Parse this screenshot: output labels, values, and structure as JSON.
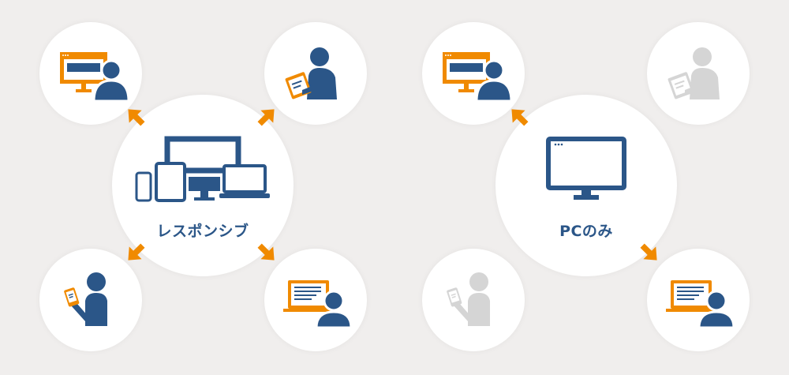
{
  "colors": {
    "background": "#f0eeed",
    "navy": "#2b5688",
    "orange": "#f08a00",
    "gray": "#d5d5d5",
    "circle": "#ffffff"
  },
  "left_diagram": {
    "hub_label": "レスポンシブ",
    "hub_icon": "multi-device-icon",
    "satellites": [
      {
        "position": "top-left",
        "icon": "pc-user-icon",
        "active": true
      },
      {
        "position": "top-right",
        "icon": "tablet-user-icon",
        "active": true
      },
      {
        "position": "bottom-left",
        "icon": "phone-user-icon",
        "active": true
      },
      {
        "position": "bottom-right",
        "icon": "laptop-user-icon",
        "active": true
      }
    ]
  },
  "right_diagram": {
    "hub_label": "PCのみ",
    "hub_icon": "desktop-monitor-icon",
    "satellites": [
      {
        "position": "top-left",
        "icon": "pc-user-icon",
        "active": true
      },
      {
        "position": "top-right",
        "icon": "tablet-user-icon",
        "active": false
      },
      {
        "position": "bottom-left",
        "icon": "phone-user-icon",
        "active": false
      },
      {
        "position": "bottom-right",
        "icon": "laptop-user-icon",
        "active": true
      }
    ]
  }
}
